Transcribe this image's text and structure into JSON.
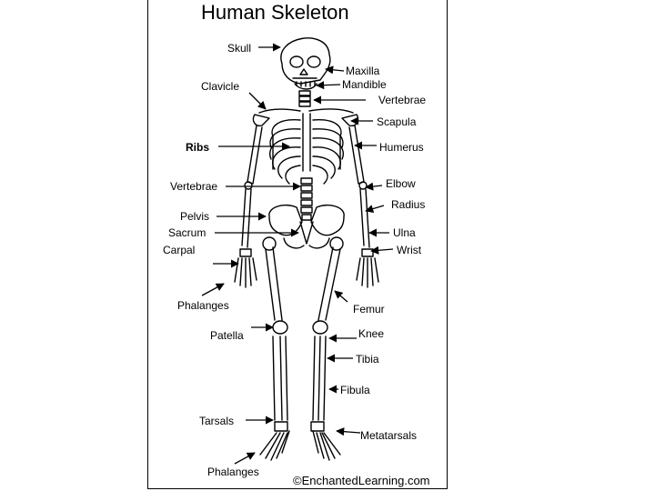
{
  "title": "Human Skeleton",
  "credit": "©EnchantedLearning.com",
  "labels": {
    "skull": "Skull",
    "maxilla": "Maxilla",
    "mandible": "Mandible",
    "clavicle": "Clavicle",
    "vertebrae_neck": "Vertebrae",
    "scapula": "Scapula",
    "ribs": "Ribs",
    "humerus": "Humerus",
    "vertebrae_spine": "Vertebrae",
    "elbow": "Elbow",
    "radius": "Radius",
    "pelvis": "Pelvis",
    "ulna": "Ulna",
    "sacrum": "Sacrum",
    "wrist": "Wrist",
    "carpal": "Carpal",
    "phalanges_hand": "Phalanges",
    "femur": "Femur",
    "patella": "Patella",
    "knee": "Knee",
    "tibia": "Tibia",
    "fibula": "Fibula",
    "tarsals": "Tarsals",
    "metatarsals": "Metatarsals",
    "phalanges_foot": "Phalanges"
  }
}
